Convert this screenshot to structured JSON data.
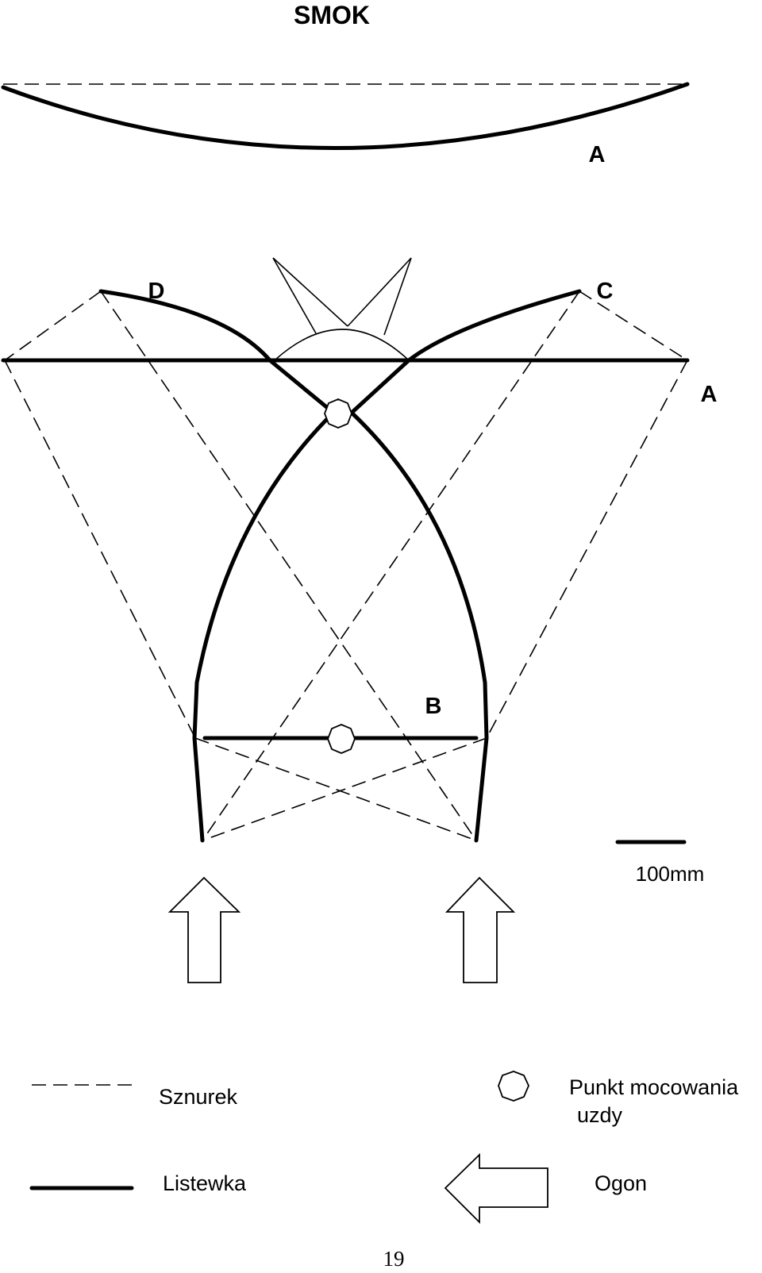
{
  "title": "SMOK",
  "labels": {
    "side_view": "A",
    "spar_a": "A",
    "point_b": "B",
    "point_c": "C",
    "point_d": "D"
  },
  "scale": {
    "text": "100mm"
  },
  "legend": {
    "string_label": "Sznurek",
    "stick_label": "Listewka",
    "bridle_point_line1": "Punkt mocowania",
    "bridle_point_line2": "uzdy",
    "tail_label": "Ogon"
  },
  "page_number": "19"
}
